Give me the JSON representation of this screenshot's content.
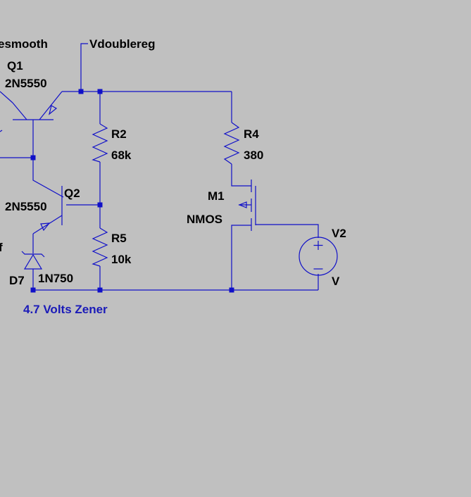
{
  "background_color": "#c0c0c0",
  "wire_color": "#1010c8",
  "label_color": "#000000",
  "comment_color": "#1a1ab8",
  "nets": {
    "left_net": "esmooth",
    "top_net": "Vdoublereg"
  },
  "components": {
    "q1": {
      "name": "Q1",
      "model": "2N5550"
    },
    "q2": {
      "name": "Q2",
      "model": "2N5550"
    },
    "r2": {
      "name": "R2",
      "value": "68k"
    },
    "r4": {
      "name": "R4",
      "value": "380"
    },
    "r5": {
      "name": "R5",
      "value": "10k"
    },
    "m1": {
      "name": "M1",
      "model": "NMOS"
    },
    "v2": {
      "name": "V2",
      "value": "V"
    },
    "d7": {
      "name": "D7",
      "model": "1N750"
    }
  },
  "partial_label": "f",
  "comment": "4.7 Volts Zener",
  "icons": {
    "npn": "npn-transistor-icon",
    "nmos": "nmos-transistor-icon",
    "resistor": "resistor-icon",
    "zener": "zener-diode-icon",
    "source": "voltage-source-icon"
  }
}
